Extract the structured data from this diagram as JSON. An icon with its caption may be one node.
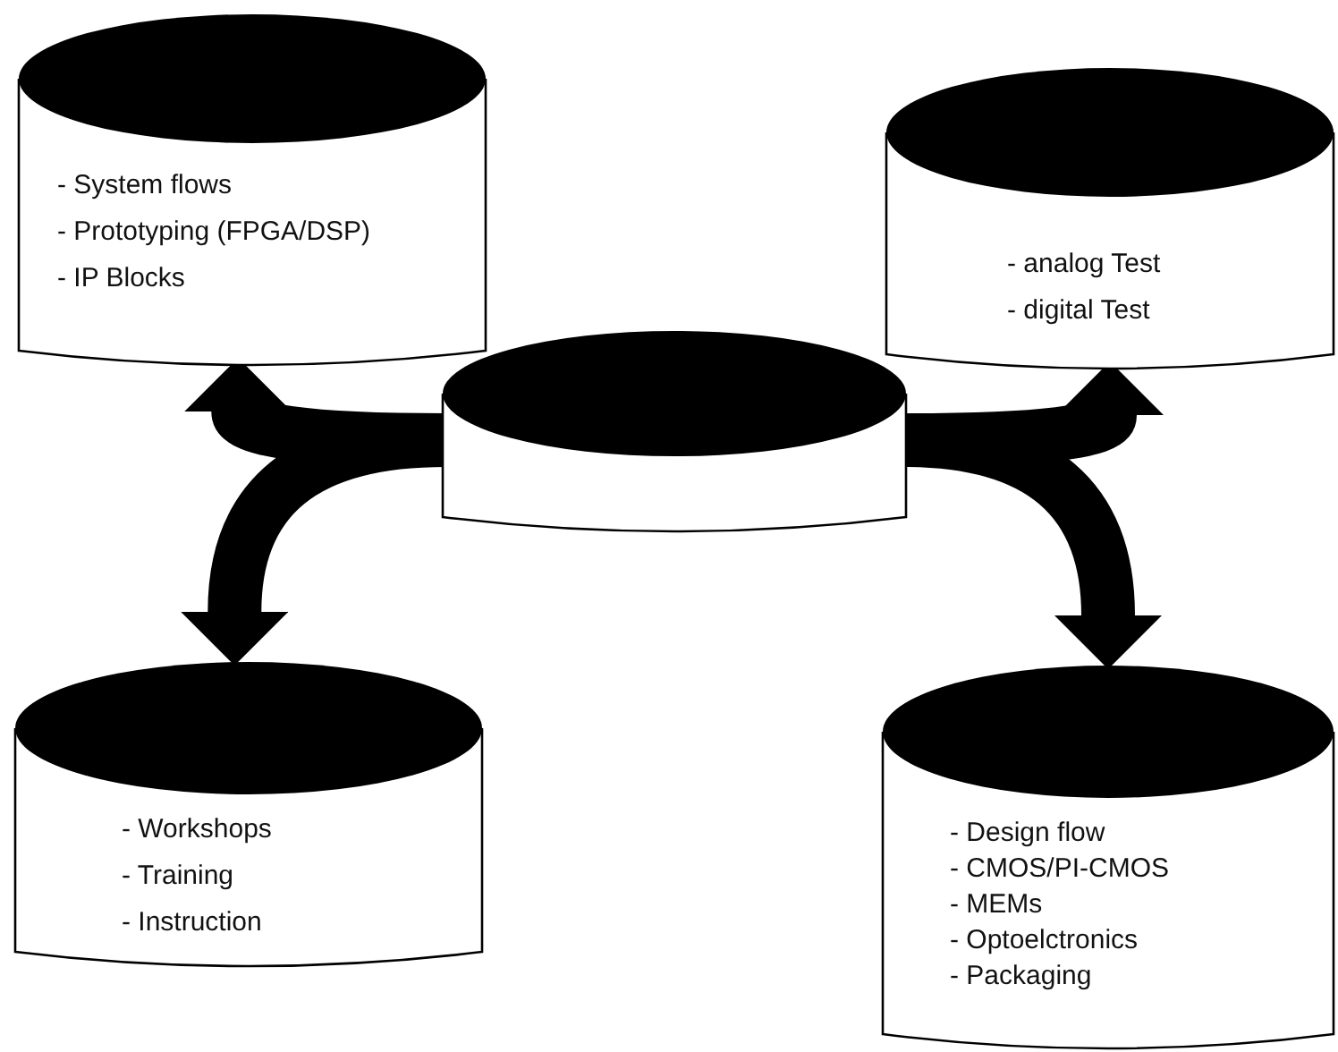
{
  "diagram": {
    "nodes": [
      {
        "text": [
          "- System flows",
          "- Prototyping (FPGA/DSP)",
          "- IP Blocks"
        ]
      },
      {
        "text": [
          "- analog Test",
          "- digital Test"
        ]
      },
      {
        "text": [],
        "shape": "cylinder"
      },
      {
        "text": [
          "- Workshops",
          "- Training",
          "- Instruction"
        ]
      },
      {
        "text": [
          "- Design flow",
          "- CMOS/PI-CMOS",
          "- MEMs",
          "- Optoelctronics",
          "- Packaging"
        ]
      }
    ],
    "edges": [
      {
        "from": 2,
        "to": 0,
        "arrow": "to"
      },
      {
        "from": 2,
        "to": 1,
        "arrow": "to"
      },
      {
        "from": 2,
        "to": 3,
        "arrow": "to"
      },
      {
        "from": 2,
        "to": 4,
        "arrow": "to"
      }
    ]
  }
}
